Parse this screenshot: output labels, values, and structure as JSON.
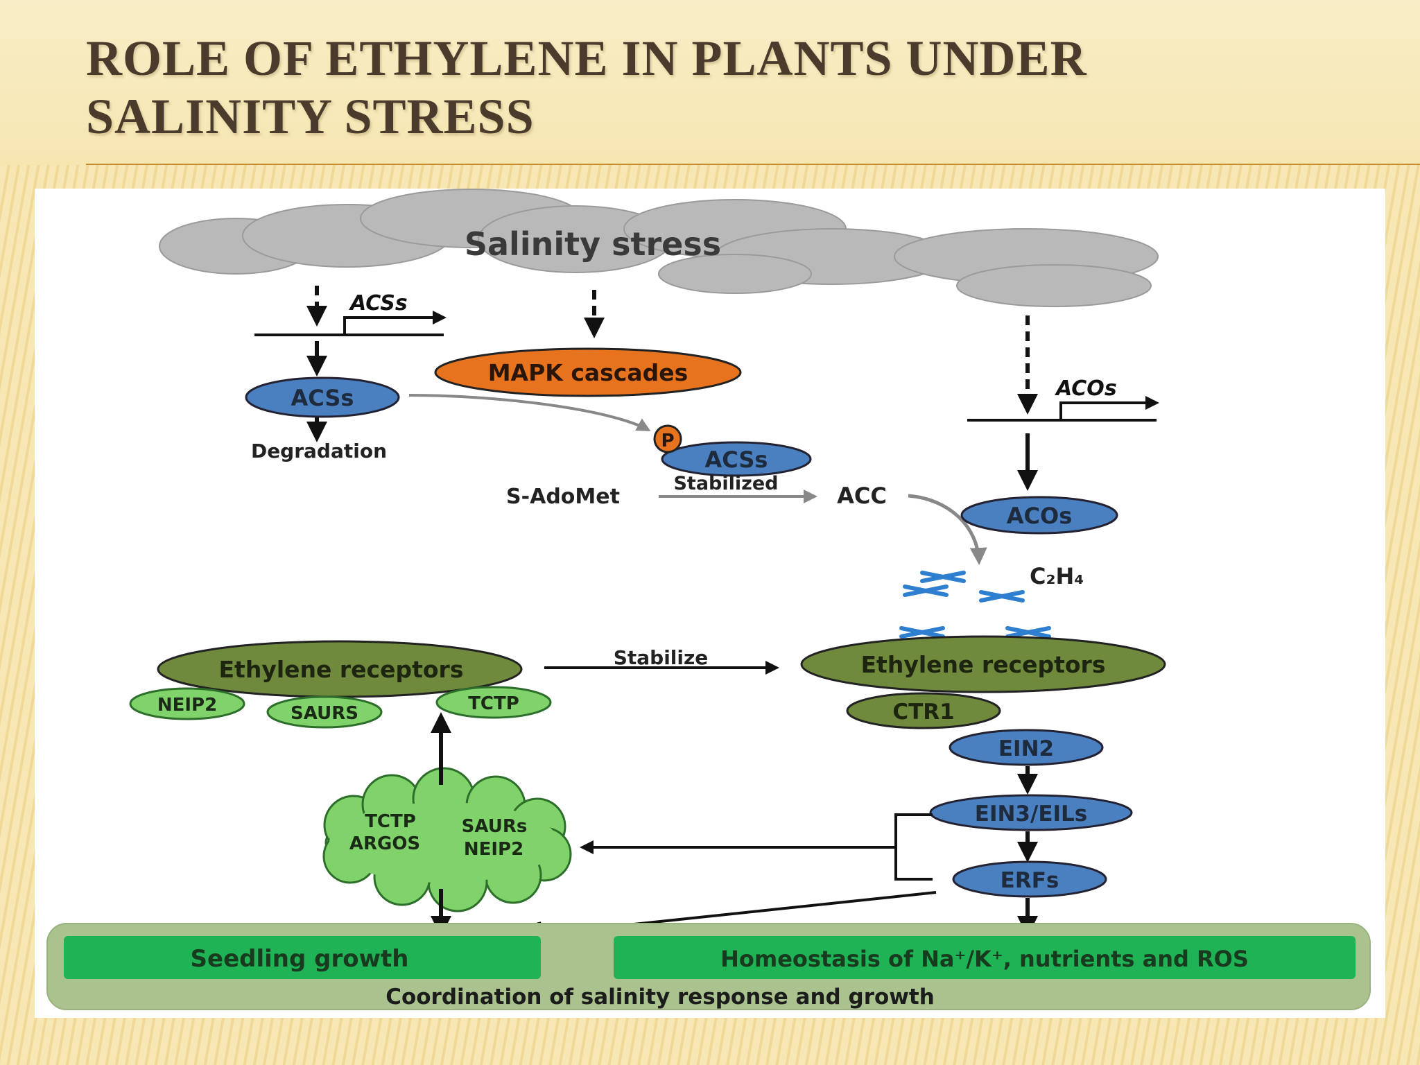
{
  "slide": {
    "title_line1": "ROLE OF ETHYLENE IN PLANTS UNDER",
    "title_line2": "SALINITY STRESS"
  },
  "diagram": {
    "salinity_stress": "Salinity   stress",
    "acss_gene": "ACSs",
    "mapk": "MAPK cascades",
    "acss_protein": "ACSs",
    "degradation": "Degradation",
    "phospho": "P",
    "acss_stabilized": "ACSs",
    "stabilized": "Stabilized",
    "s_adomet": "S-AdoMet",
    "acc": "ACC",
    "acos_gene": "ACOs",
    "acos_protein": "ACOs",
    "c2h4": "C₂H₄",
    "receptors_left": "Ethylene receptors",
    "stabilize": "Stabilize",
    "receptors_right": "Ethylene receptors",
    "neip2": "NEIP2",
    "saurs_small": "SAURS",
    "tctp_small": "TCTP",
    "ctr1": "CTR1",
    "ein2": "EIN2",
    "ein3": "EIN3/EILs",
    "erfs": "ERFs",
    "cloud_tctp": "TCTP",
    "cloud_saurs": "SAURs",
    "cloud_argos": "ARGOS",
    "cloud_neip2": "NEIP2",
    "seedling_growth": "Seedling  growth",
    "homeostasis": "Homeostasis of Na⁺/K⁺,  nutrients and ROS",
    "coordination": "Coordination of salinity response and growth"
  },
  "colors": {
    "title": "#4a3b2c",
    "accent_rule": "#c98a2a",
    "blue_node": "#4a7fc0",
    "orange_node": "#e8731e",
    "olive_node": "#6f8a3c",
    "light_green_node": "#7fd36a",
    "bright_green_box": "#1fb355",
    "outer_green_box": "#a9c28e",
    "cloud_gray": "#b9b9b9"
  }
}
